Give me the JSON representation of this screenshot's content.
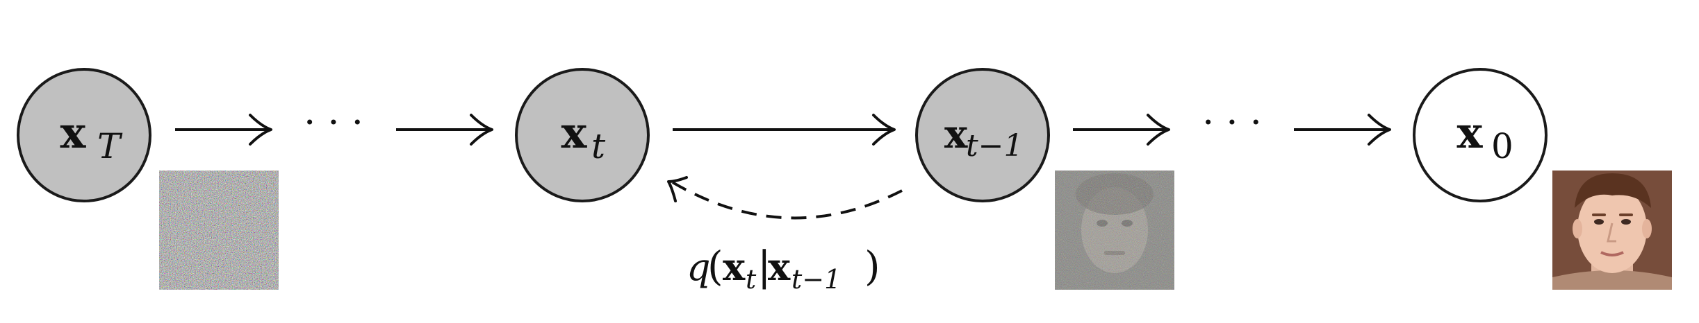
{
  "nodes": {
    "xT": {
      "base": "x",
      "sub": "T",
      "fill": "#c0c0c0"
    },
    "xt": {
      "base": "x",
      "sub": "t",
      "fill": "#c0c0c0"
    },
    "xt1": {
      "base": "x",
      "sub": "t−1",
      "fill": "#c0c0c0"
    },
    "x0": {
      "base": "x",
      "sub": "0",
      "fill": "#ffffff"
    }
  },
  "ellipsis_left": "· · ·",
  "ellipsis_right": "· · ·",
  "reverse_label": {
    "func": "q",
    "open": "(",
    "a_base": "x",
    "a_sub": "t",
    "bar": "|",
    "b_base": "x",
    "b_sub": "t−1",
    "close": ")"
  },
  "images": {
    "noise_full": "pure-noise-thumbnail",
    "noise_partial": "partially-denoised-face-thumbnail",
    "face_clean": "clean-face-photo-thumbnail"
  },
  "colors": {
    "shaded_node": "#c0c0c0",
    "stroke": "#111111"
  }
}
